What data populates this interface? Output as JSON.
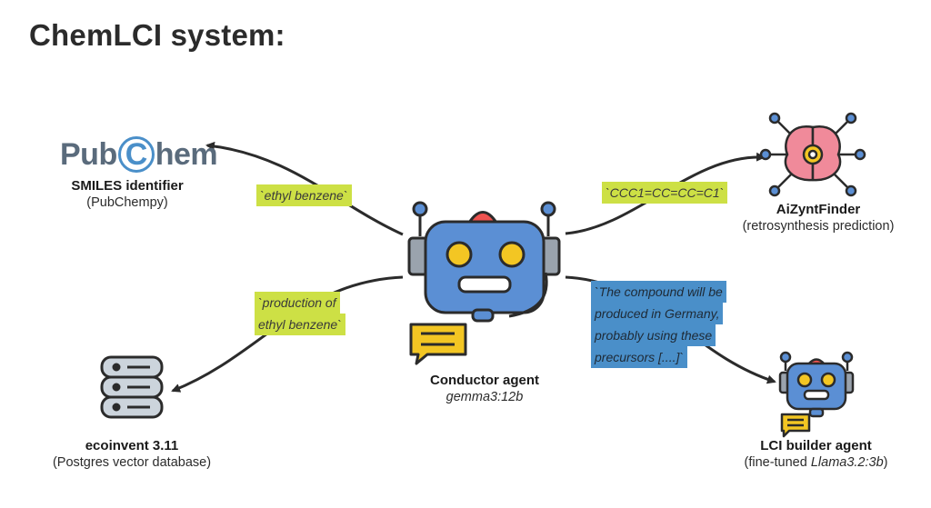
{
  "title": "ChemLCI system:",
  "conductor": {
    "name": "Conductor agent",
    "model": "gemma3:12b"
  },
  "pubchem": {
    "logo_left": "Pub",
    "logo_c": "C",
    "logo_right": "hem",
    "name": "SMILES identifier",
    "sub": "(PubChempy)"
  },
  "aizynth": {
    "name": "AiZyntFinder",
    "sub": "(retrosynthesis prediction)"
  },
  "ecoinvent": {
    "name": "ecoinvent 3.11",
    "sub": "(Postgres vector database)"
  },
  "lci_builder": {
    "name": "LCI builder agent",
    "sub_prefix": "(fine-tuned ",
    "sub_model": "Llama3.2:3b",
    "sub_suffix": ")"
  },
  "messages": {
    "to_pubchem": "`ethyl benzene`",
    "to_aizynth": "`CCC1=CC=CC=C1`",
    "to_ecoinvent_line1": "`production of",
    "to_ecoinvent_line2": "ethyl benzene`",
    "to_lci_line1": "`The compound will be",
    "to_lci_line2": "produced in Germany,",
    "to_lci_line3": "probably using these",
    "to_lci_line4": "precursors [....]`"
  },
  "icons": [
    "robot-icon",
    "chat-bubble-icon",
    "database-icon",
    "brain-chip-icon",
    "pubchem-logo"
  ],
  "colors": {
    "robot_blue": "#5b8fd4",
    "robot_dark": "#2b2b2b",
    "eyes": "#f3c623",
    "antenna_red": "#ef5350",
    "highlight_green": "#cde045",
    "highlight_blue": "#4a8fc9",
    "arrow": "#2b2b2b"
  }
}
